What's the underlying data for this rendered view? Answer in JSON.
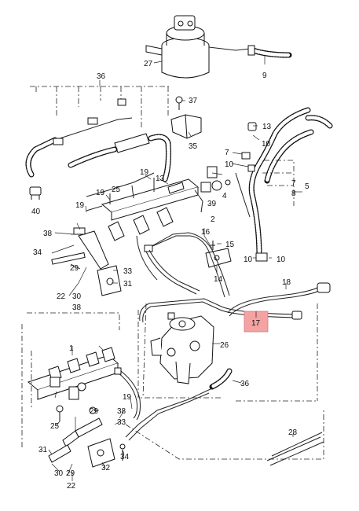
{
  "callouts": {
    "p1": "1",
    "p2": "2",
    "p5": "5",
    "p7a": "7",
    "p7b": "7",
    "p8": "8",
    "p9": "9",
    "p10a": "10",
    "p10b": "10",
    "p13a": "13",
    "p13b": "13",
    "p14": "14",
    "p15": "15",
    "p16": "16",
    "p17": "17",
    "p18": "18",
    "p19a": "19",
    "p19b": "19",
    "p19c": "19",
    "p22a": "22",
    "p22b": "22",
    "p25a": "25",
    "p25b": "25",
    "p26": "26",
    "p27": "27",
    "p28": "28",
    "p29a": "29",
    "p29b": "29",
    "p30a": "30",
    "p30b": "30",
    "p31a": "31",
    "p31b": "31",
    "p32": "32",
    "p33a": "33",
    "p33b": "33",
    "p34": "34",
    "p35": "35",
    "p36a": "36",
    "p36b": "36",
    "p37": "37",
    "p38a": "38",
    "p38b": "38",
    "p38c": "38",
    "p39": "39",
    "p40": "40"
  },
  "highlight": {
    "color": "#f4a3a3",
    "part": "17"
  },
  "colors": {
    "line": "#111111",
    "background": "#ffffff"
  }
}
